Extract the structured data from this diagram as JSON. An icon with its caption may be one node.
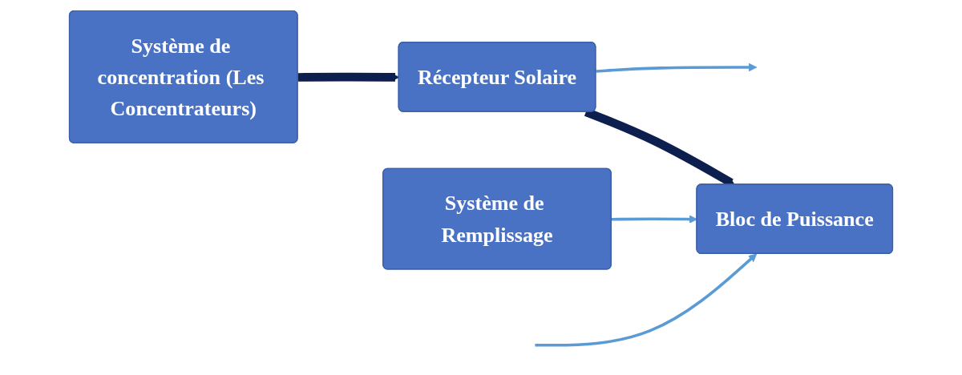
{
  "diagram": {
    "nodes": [
      {
        "text": [
          "Système de concentration (Les Concentrateurs)"
        ]
      },
      {
        "text": [
          "Récepteur Solaire"
        ]
      },
      {
        "text": [
          "Bloc de Puissance"
        ]
      },
      {
        "text": [
          "Système de Remplissage"
        ]
      }
    ],
    "edges": [
      {
        "from": 0,
        "to": 1,
        "arrow": "to",
        "style": "thick",
        "color": "#0d1f4f"
      },
      {
        "from": 1,
        "to": 2,
        "arrow": "to",
        "style": "thick",
        "color": "#0d1f4f"
      },
      {
        "from": 1,
        "to": null,
        "arrow": "to"
      },
      {
        "from": null,
        "to": 2,
        "arrow": "to"
      },
      {
        "from": 3,
        "to": 2,
        "arrow": "to"
      }
    ]
  }
}
